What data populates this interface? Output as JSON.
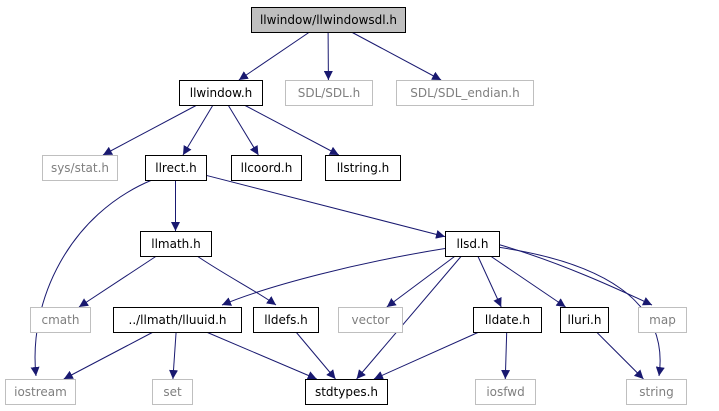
{
  "colors": {
    "edge": "#191970",
    "root_fill": "#bfbfbf",
    "node_border": "#000000",
    "external_border": "#bfbfbf",
    "external_text": "#7f7f7f",
    "text": "#000000"
  },
  "nodes": [
    {
      "id": "root",
      "label": "llwindow/llwindowsdl.h",
      "kind": "root"
    },
    {
      "id": "llwindow",
      "label": "llwindow.h",
      "kind": "local"
    },
    {
      "id": "sdl",
      "label": "SDL/SDL.h",
      "kind": "external"
    },
    {
      "id": "sdl_endian",
      "label": "SDL/SDL_endian.h",
      "kind": "external"
    },
    {
      "id": "sysstat",
      "label": "sys/stat.h",
      "kind": "external"
    },
    {
      "id": "llrect",
      "label": "llrect.h",
      "kind": "local"
    },
    {
      "id": "llcoord",
      "label": "llcoord.h",
      "kind": "local"
    },
    {
      "id": "llstring",
      "label": "llstring.h",
      "kind": "local"
    },
    {
      "id": "llmath",
      "label": "llmath.h",
      "kind": "local"
    },
    {
      "id": "llsd",
      "label": "llsd.h",
      "kind": "local"
    },
    {
      "id": "cmath",
      "label": "cmath",
      "kind": "external"
    },
    {
      "id": "lluuid",
      "label": "../llmath/lluuid.h",
      "kind": "local"
    },
    {
      "id": "lldefs",
      "label": "lldefs.h",
      "kind": "local"
    },
    {
      "id": "vector",
      "label": "vector",
      "kind": "external"
    },
    {
      "id": "lldate",
      "label": "lldate.h",
      "kind": "local"
    },
    {
      "id": "lluri",
      "label": "lluri.h",
      "kind": "local"
    },
    {
      "id": "map",
      "label": "map",
      "kind": "external"
    },
    {
      "id": "iostream",
      "label": "iostream",
      "kind": "external"
    },
    {
      "id": "set",
      "label": "set",
      "kind": "external"
    },
    {
      "id": "stdtypes",
      "label": "stdtypes.h",
      "kind": "local"
    },
    {
      "id": "iosfwd",
      "label": "iosfwd",
      "kind": "external"
    },
    {
      "id": "string",
      "label": "string",
      "kind": "external"
    }
  ],
  "edges": [
    {
      "from": "root",
      "to": "llwindow"
    },
    {
      "from": "root",
      "to": "sdl"
    },
    {
      "from": "root",
      "to": "sdl_endian"
    },
    {
      "from": "llwindow",
      "to": "sysstat"
    },
    {
      "from": "llwindow",
      "to": "llrect"
    },
    {
      "from": "llwindow",
      "to": "llcoord"
    },
    {
      "from": "llwindow",
      "to": "llstring"
    },
    {
      "from": "llrect",
      "to": "iostream"
    },
    {
      "from": "llrect",
      "to": "llmath"
    },
    {
      "from": "llrect",
      "to": "llsd"
    },
    {
      "from": "llmath",
      "to": "cmath"
    },
    {
      "from": "llmath",
      "to": "lldefs"
    },
    {
      "from": "llsd",
      "to": "lluuid"
    },
    {
      "from": "llsd",
      "to": "vector"
    },
    {
      "from": "llsd",
      "to": "stdtypes"
    },
    {
      "from": "llsd",
      "to": "lldate"
    },
    {
      "from": "llsd",
      "to": "lluri"
    },
    {
      "from": "llsd",
      "to": "map"
    },
    {
      "from": "llsd",
      "to": "string"
    },
    {
      "from": "lluuid",
      "to": "iostream"
    },
    {
      "from": "lluuid",
      "to": "set"
    },
    {
      "from": "lluuid",
      "to": "stdtypes"
    },
    {
      "from": "lldefs",
      "to": "stdtypes"
    },
    {
      "from": "lldate",
      "to": "stdtypes"
    },
    {
      "from": "lldate",
      "to": "iosfwd"
    },
    {
      "from": "lluri",
      "to": "string"
    }
  ]
}
